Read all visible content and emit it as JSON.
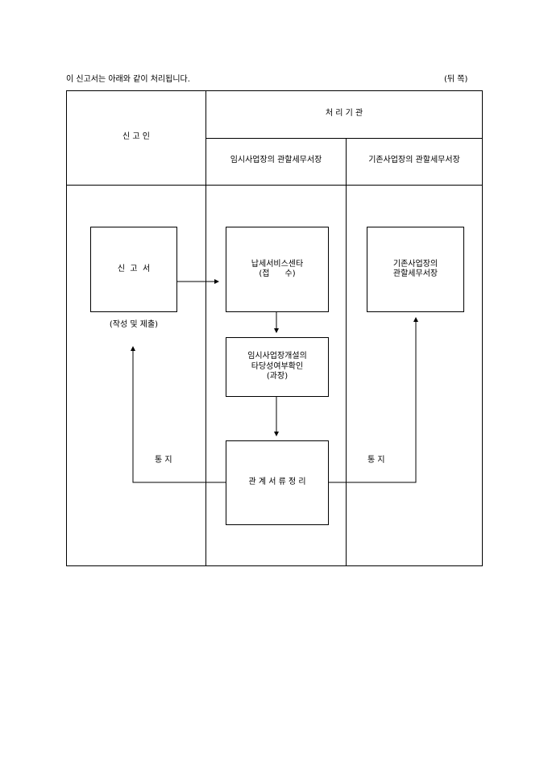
{
  "header": {
    "description": "이 신고서는 아래와 같이 처리됩니다.",
    "side_label": "(뒤 쪽)"
  },
  "table": {
    "col_applicant": "신   고   인",
    "col_agency": "처       리       기       관",
    "sub_temp_office": "임시사업장의 관할세무서장",
    "sub_existing_office": "기존사업장의 관할세무서장"
  },
  "flow": {
    "report_box": "신  고  서",
    "report_caption": "(작성 및 제출)",
    "service_center_line1": "납세서비스센타",
    "service_center_line2": "(접      수)",
    "review_line1": "임시사업장개설의",
    "review_line2": "타당성여부확인",
    "review_line3": "(과장)",
    "existing_office_line1": "기존사업장의",
    "existing_office_line2": "관할세무서장",
    "docs_box": "관 계 서 류 정 리",
    "notify_left": "통   지",
    "notify_right": "통   지"
  }
}
